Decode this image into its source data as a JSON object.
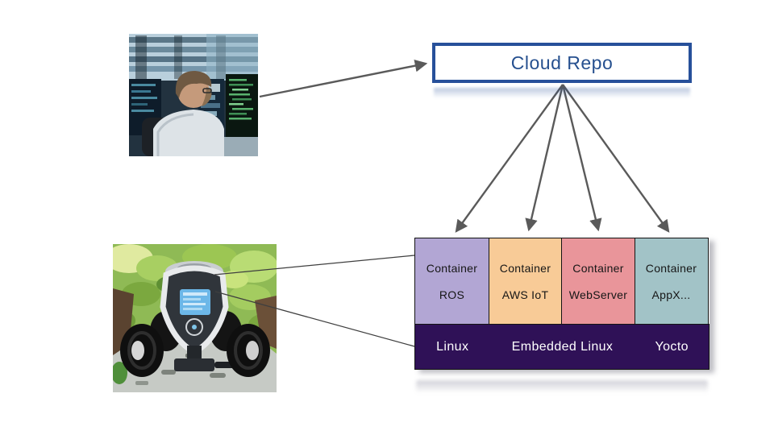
{
  "cloud_repo": {
    "label": "Cloud Repo"
  },
  "containers": [
    {
      "title": "Container",
      "name": "ROS",
      "color": "#b2a6d4"
    },
    {
      "title": "Container",
      "name": "AWS IoT",
      "color": "#f8cb97"
    },
    {
      "title": "Container",
      "name": "WebServer",
      "color": "#e9959a"
    },
    {
      "title": "Container",
      "name": "AppX...",
      "color": "#a2c3c7"
    }
  ],
  "os_bar": {
    "color": "#2f1157",
    "items": [
      {
        "label": "Linux"
      },
      {
        "label": "Embedded Linux"
      },
      {
        "label": "Yocto"
      }
    ]
  },
  "images": {
    "developer_photo": {
      "alt": "Developer working at multiple code monitors"
    },
    "robot_photo": {
      "alt": "Agricultural field robot with onboard display"
    }
  },
  "colors": {
    "cloud_repo_border": "#27509a",
    "cloud_repo_text": "#26508f",
    "arrow": "#5a5a5a",
    "os_bar_background": "#2f1157",
    "os_bar_text": "#ffffff"
  }
}
